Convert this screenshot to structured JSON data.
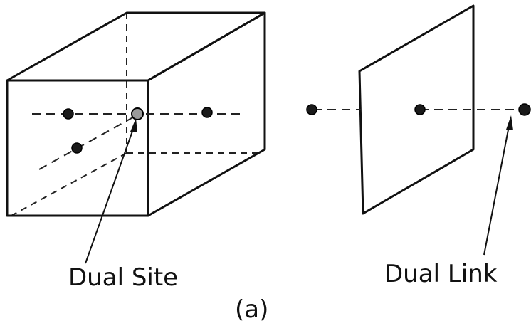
{
  "labels": {
    "dual_site": "Dual Site",
    "dual_link": "Dual Link",
    "panel": "(a)"
  }
}
